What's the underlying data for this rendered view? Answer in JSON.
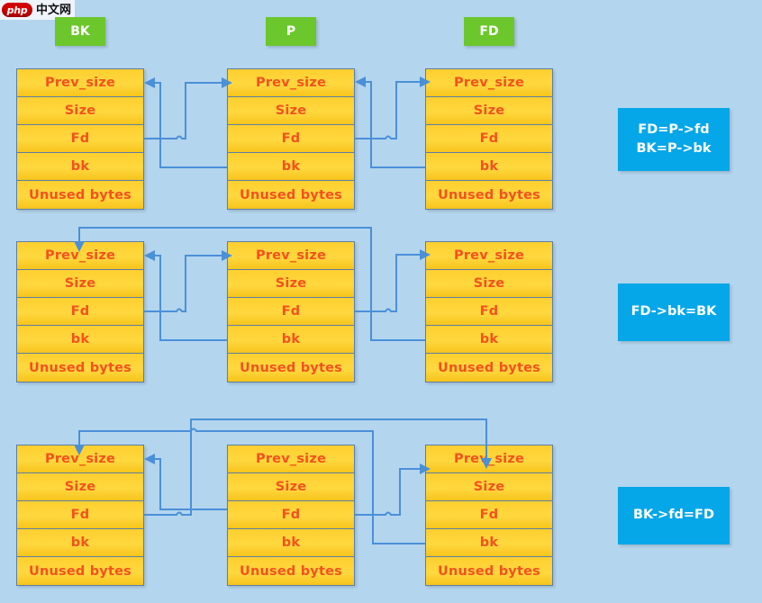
{
  "watermark": {
    "logo_text": "php",
    "site_text": "中文网"
  },
  "colors": {
    "background": "#b4d5ee",
    "chunk_fill": "#ffd43b",
    "chunk_text": "#f4511e",
    "chunk_border": "#5b7fa6",
    "chip_green": "#6cc72c",
    "note_blue": "#06a7e8",
    "arrow_blue": "#4a90d9"
  },
  "headers": [
    {
      "label": "BK",
      "name": "chip-bk"
    },
    {
      "label": "P",
      "name": "chip-p"
    },
    {
      "label": "FD",
      "name": "chip-fd"
    }
  ],
  "chunk_fields": [
    "Prev_size",
    "Size",
    "Fd",
    "bk",
    "Unused bytes"
  ],
  "rows": [
    {
      "id": "row-1",
      "note": [
        "FD=P->fd",
        "BK=P->bk"
      ],
      "chunks": [
        {
          "label": "BK",
          "fields": [
            "Prev_size",
            "Size",
            "Fd",
            "bk",
            "Unused bytes"
          ]
        },
        {
          "label": "P",
          "fields": [
            "Prev_size",
            "Size",
            "Fd",
            "bk",
            "Unused bytes"
          ]
        },
        {
          "label": "FD",
          "fields": [
            "Prev_size",
            "Size",
            "Fd",
            "bk",
            "Unused bytes"
          ]
        }
      ]
    },
    {
      "id": "row-2",
      "note": [
        "FD->bk=BK"
      ],
      "chunks": [
        {
          "label": "BK",
          "fields": [
            "Prev_size",
            "Size",
            "Fd",
            "bk",
            "Unused bytes"
          ]
        },
        {
          "label": "P",
          "fields": [
            "Prev_size",
            "Size",
            "Fd",
            "bk",
            "Unused bytes"
          ]
        },
        {
          "label": "FD",
          "fields": [
            "Prev_size",
            "Size",
            "Fd",
            "bk",
            "Unused bytes"
          ]
        }
      ]
    },
    {
      "id": "row-3",
      "note": [
        "BK->fd=FD"
      ],
      "chunks": [
        {
          "label": "BK",
          "fields": [
            "Prev_size",
            "Size",
            "Fd",
            "bk",
            "Unused bytes"
          ]
        },
        {
          "label": "P",
          "fields": [
            "Prev_size",
            "Size",
            "Fd",
            "bk",
            "Unused bytes"
          ]
        },
        {
          "label": "FD",
          "fields": [
            "Prev_size",
            "Size",
            "Fd",
            "bk",
            "Unused bytes"
          ]
        }
      ]
    }
  ]
}
